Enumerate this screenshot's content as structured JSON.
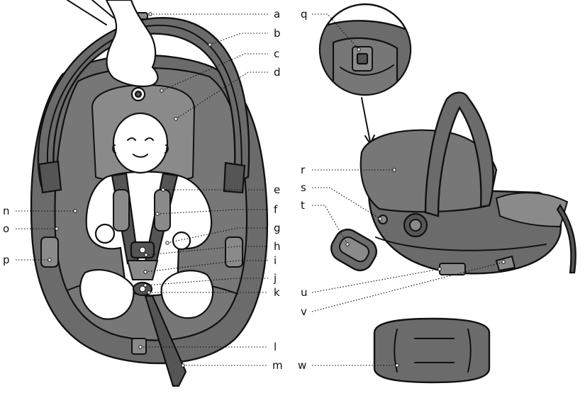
{
  "labels": {
    "a": "a",
    "b": "b",
    "c": "c",
    "d": "d",
    "e": "e",
    "f": "f",
    "g": "g",
    "h": "h",
    "i": "i",
    "j": "j",
    "k": "k",
    "l": "l",
    "m": "m",
    "n": "n",
    "o": "o",
    "p": "p",
    "q": "q",
    "r": "r",
    "s": "s",
    "t": "t",
    "u": "u",
    "v": "v",
    "w": "w"
  },
  "colors": {
    "shell": "#6b6b6b",
    "padding": "#777777",
    "outline": "#111111",
    "background": "#ffffff"
  }
}
